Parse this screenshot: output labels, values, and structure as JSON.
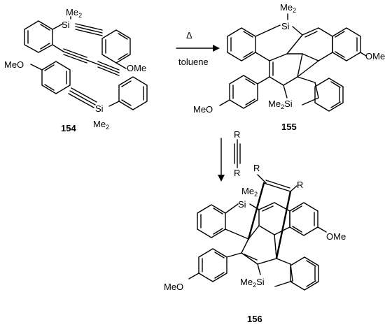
{
  "reagents": {
    "heat": "Δ",
    "solvent": "toluene",
    "alkyne_r_top": "R",
    "alkyne_r_bottom": "R"
  },
  "compounds": {
    "c154": {
      "number": "154",
      "si_top": "Si",
      "me2_top": "Me",
      "me2_top_sub": "2",
      "si_bottom": "Si",
      "me2_bottom": "Me",
      "me2_bottom_sub": "2",
      "ome_right": "OMe",
      "meo_left": "MeO"
    },
    "c155": {
      "number": "155",
      "me2_top": "Me",
      "me2_top_sub": "2",
      "si_top": "Si",
      "ome": "OMe",
      "meo": "MeO",
      "me2si_bottom": "Me",
      "me2si_bottom_sub": "2",
      "me2si_bottom_si": "Si"
    },
    "c156": {
      "number": "156",
      "r_left": "R",
      "r_right": "R",
      "me2": "Me",
      "me2_sub": "2",
      "si_top": "Si",
      "ome": "OMe",
      "meo": "MeO",
      "me2si_bottom": "Me",
      "me2si_bottom_sub": "2",
      "me2si_bottom_si": "Si"
    }
  }
}
